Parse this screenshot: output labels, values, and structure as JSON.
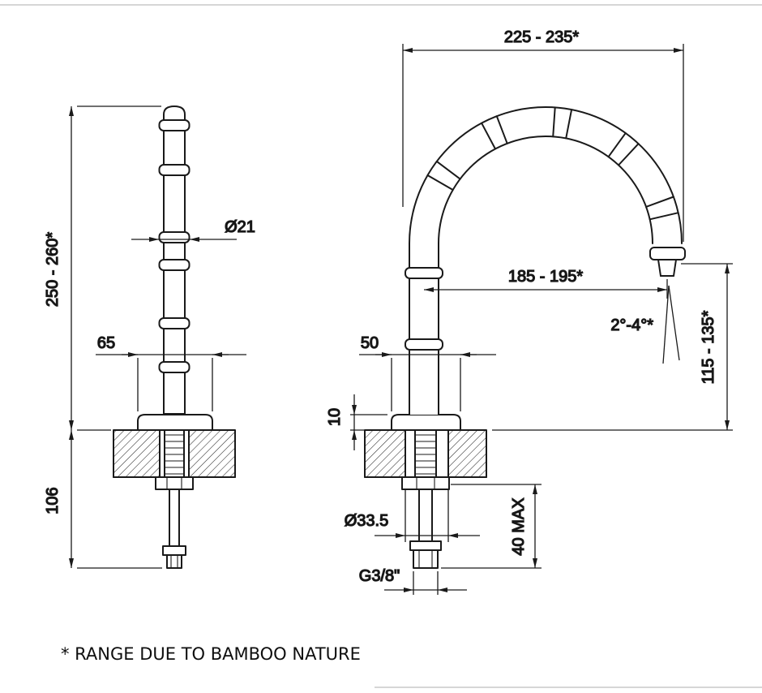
{
  "front_view": {
    "height": "250 - 260*",
    "spout_diameter": "Ø21",
    "flange_width": "65",
    "under_counter_depth": "106"
  },
  "side_view": {
    "overall_depth": "225 - 235*",
    "spout_reach": "185 - 195*",
    "outlet_angle": "2°-4°*",
    "outlet_height": "115 - 135*",
    "flange_height": "10",
    "flange_depth": "50",
    "hole_diameter": "Ø33.5",
    "connection_thread": "G3/8\"",
    "max_deck_thickness": "40 MAX"
  },
  "footnote": "* RANGE DUE TO BAMBOO NATURE"
}
